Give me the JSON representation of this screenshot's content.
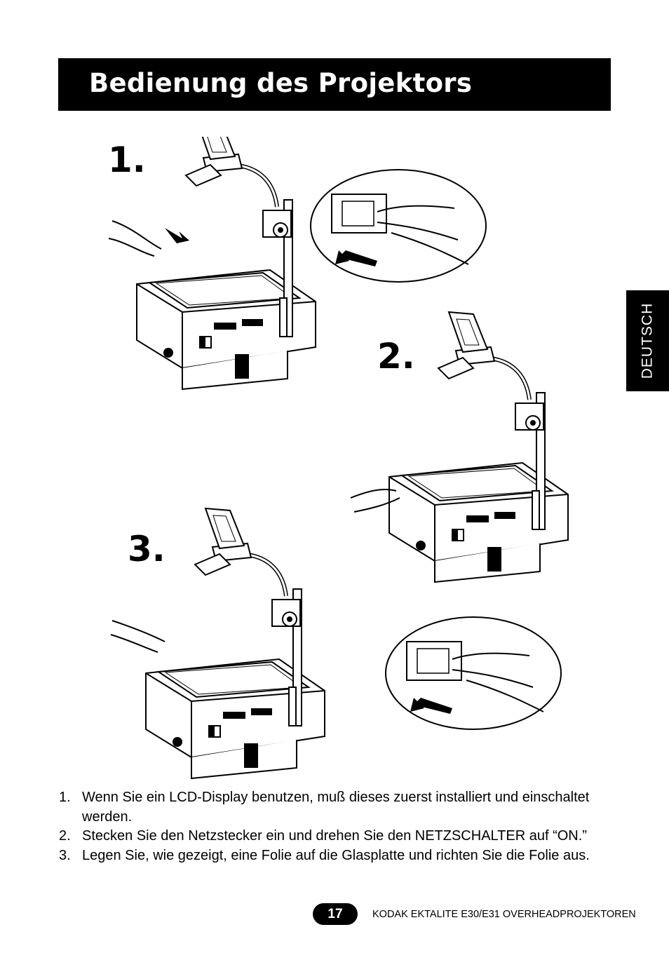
{
  "header": {
    "title": "Bedienung des Projektors"
  },
  "side_tab": {
    "label": "DEUTSCH"
  },
  "figure": {
    "step_labels": [
      "1.",
      "2.",
      "3."
    ]
  },
  "instructions": [
    {
      "number": "1.",
      "text": "Wenn Sie ein LCD-Display benutzen, muß dieses zuerst installiert und einschaltet werden."
    },
    {
      "number": "2.",
      "text": "Stecken Sie den Netzstecker ein und drehen Sie den NETZSCHALTER auf “ON.”"
    },
    {
      "number": "3.",
      "text": "Legen Sie, wie gezeigt, eine Folie auf die Glasplatte und richten Sie die Folie aus."
    }
  ],
  "footer": {
    "page_number": "17",
    "text": "KODAK EKTALITE E30/E31 OVERHEADPROJEKTOREN"
  }
}
